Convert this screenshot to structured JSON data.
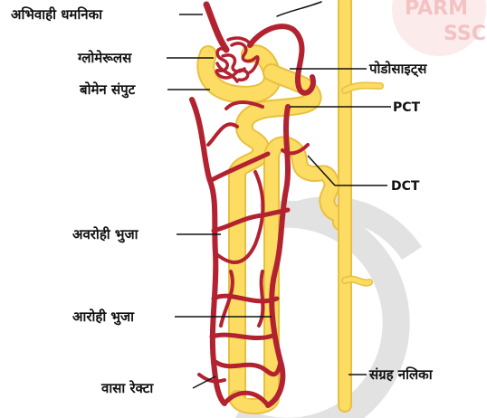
{
  "labels": {
    "afferent_arteriole": "अभिवाही धमनिका",
    "glomerulus": "ग्लोमेरूलस",
    "bowman_capsule": "बोमेन संपुट",
    "podocytes": "पोडोसाइट्स",
    "pct": "PCT",
    "dct": "DCT",
    "descending_limb": "अवरोही भुजा",
    "ascending_limb": "आरोही भुजा",
    "vasa_recta": "वासा रेक्टा",
    "collecting_duct": "संग्रह नलिका"
  },
  "watermark": {
    "line1": "PARM",
    "line2": "SSC"
  },
  "colors": {
    "tubule": "#fddc63",
    "tubule_outline": "#e8c040",
    "vessel": "#b22230",
    "watermark_logo": "#e0e0e0",
    "leader": "#111111"
  }
}
